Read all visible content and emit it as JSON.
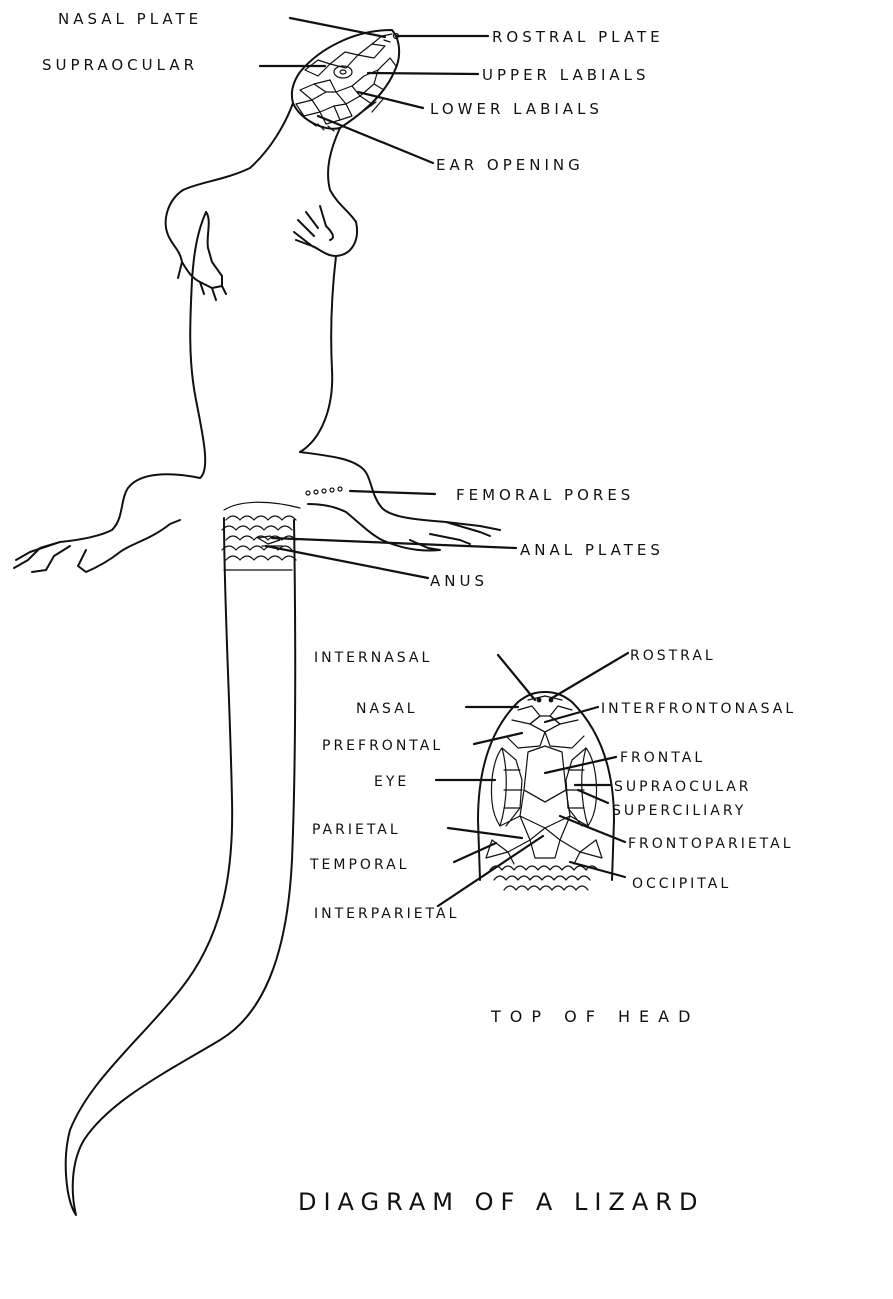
{
  "title": "DIAGRAM OF A LIZARD",
  "body_labels": {
    "nasal_plate": "NASAL PLATE",
    "supraocular": "SUPRAOCULAR",
    "rostral_plate": "ROSTRAL PLATE",
    "upper_labials": "UPPER LABIALS",
    "lower_labials": "LOWER LABIALS",
    "ear_opening": "EAR OPENING",
    "femoral_pores": "FEMORAL PORES",
    "anal_plates": "ANAL PLATES",
    "anus": "ANUS"
  },
  "head_labels": {
    "internasal": "INTERNASAL",
    "rostral": "ROSTRAL",
    "nasal": "NASAL",
    "interfrontonasal": "INTERFRONTONASAL",
    "prefrontal": "PREFRONTAL",
    "frontal": "FRONTAL",
    "eye": "EYE",
    "supraocular": "SUPRAOCULAR",
    "superciliary": "SUPERCILIARY",
    "parietal": "PARIETAL",
    "frontoparietal": "FRONTOPARIETAL",
    "temporal": "TEMPORAL",
    "occipital": "OCCIPITAL",
    "interparietal": "INTERPARIETAL"
  },
  "head_caption": "TOP OF HEAD"
}
